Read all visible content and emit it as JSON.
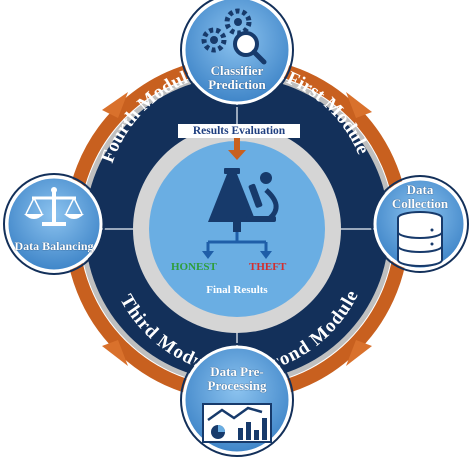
{
  "nodes": {
    "top": {
      "line1": "Classifier",
      "line2": "Prediction"
    },
    "right": {
      "line1": "Data",
      "line2": "Collection"
    },
    "bottom": {
      "line1": "Data Pre-",
      "line2": "Processing"
    },
    "left": {
      "line1": "Data Balancing"
    }
  },
  "modules": {
    "first": "First Module",
    "second": "Second Module",
    "third": "Third Module",
    "fourth": "Fourth Module"
  },
  "center": {
    "results_evaluation": "Results Evaluation",
    "honest": "HONEST",
    "theft": "THEFT",
    "final_results": "Final Results"
  },
  "colors": {
    "ring_navy": "#13305a",
    "arrow_orange": "#c8601f",
    "node_blue": "#5e9fd8",
    "center_blue": "#6aaee3",
    "honest": "#2e9e3a",
    "theft": "#d32f2f"
  },
  "icons": [
    "gears-magnifier-icon",
    "database-icon",
    "bar-chart-icon",
    "balance-scale-icon",
    "flask-microscope-icon"
  ]
}
